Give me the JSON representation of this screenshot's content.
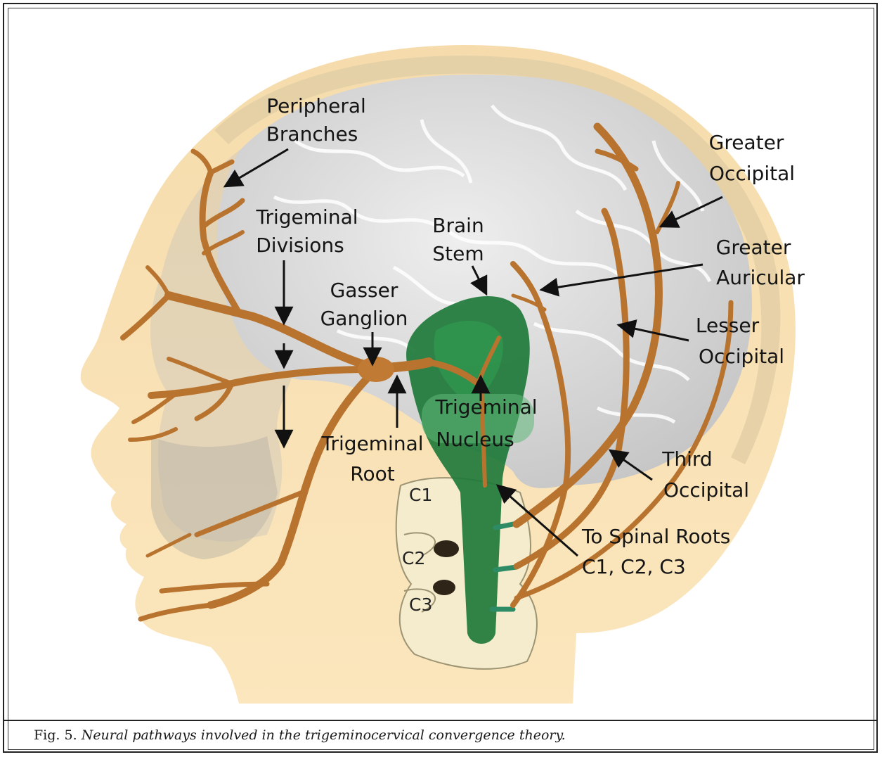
{
  "figure": {
    "caption_prefix": "Fig. 5.",
    "caption_text": "Neural pathways involved in the trigeminocervical convergence theory."
  },
  "labels": {
    "peripheral_branches": [
      "Peripheral",
      "Branches"
    ],
    "trigeminal_divisions": [
      "Trigeminal",
      "Divisions"
    ],
    "brain_stem": [
      "Brain",
      "Stem"
    ],
    "gasser_ganglion": [
      "Gasser",
      "Ganglion"
    ],
    "trigeminal_nucleus": [
      "Trigeminal",
      "Nucleus"
    ],
    "trigeminal_root": [
      "Trigeminal",
      "Root"
    ],
    "greater_occipital": [
      "Greater",
      "Occipital"
    ],
    "greater_auricular": [
      "Greater",
      "Auricular"
    ],
    "lesser_occipital": [
      "Lesser",
      "Occipital"
    ],
    "third_occipital": [
      "Third",
      "Occipital"
    ],
    "spinal_roots": [
      "To Spinal Roots",
      "C1, C2, C3"
    ],
    "vertebrae": [
      "C1",
      "C2",
      "C3"
    ]
  },
  "colors": {
    "skin": "#f8dfae",
    "scalp": "#e6d3ac",
    "brain": "#d6d6d6",
    "nerve": "#b8732e",
    "brainstem": "#1f7a3a",
    "vertebra": "#f4eccd"
  }
}
